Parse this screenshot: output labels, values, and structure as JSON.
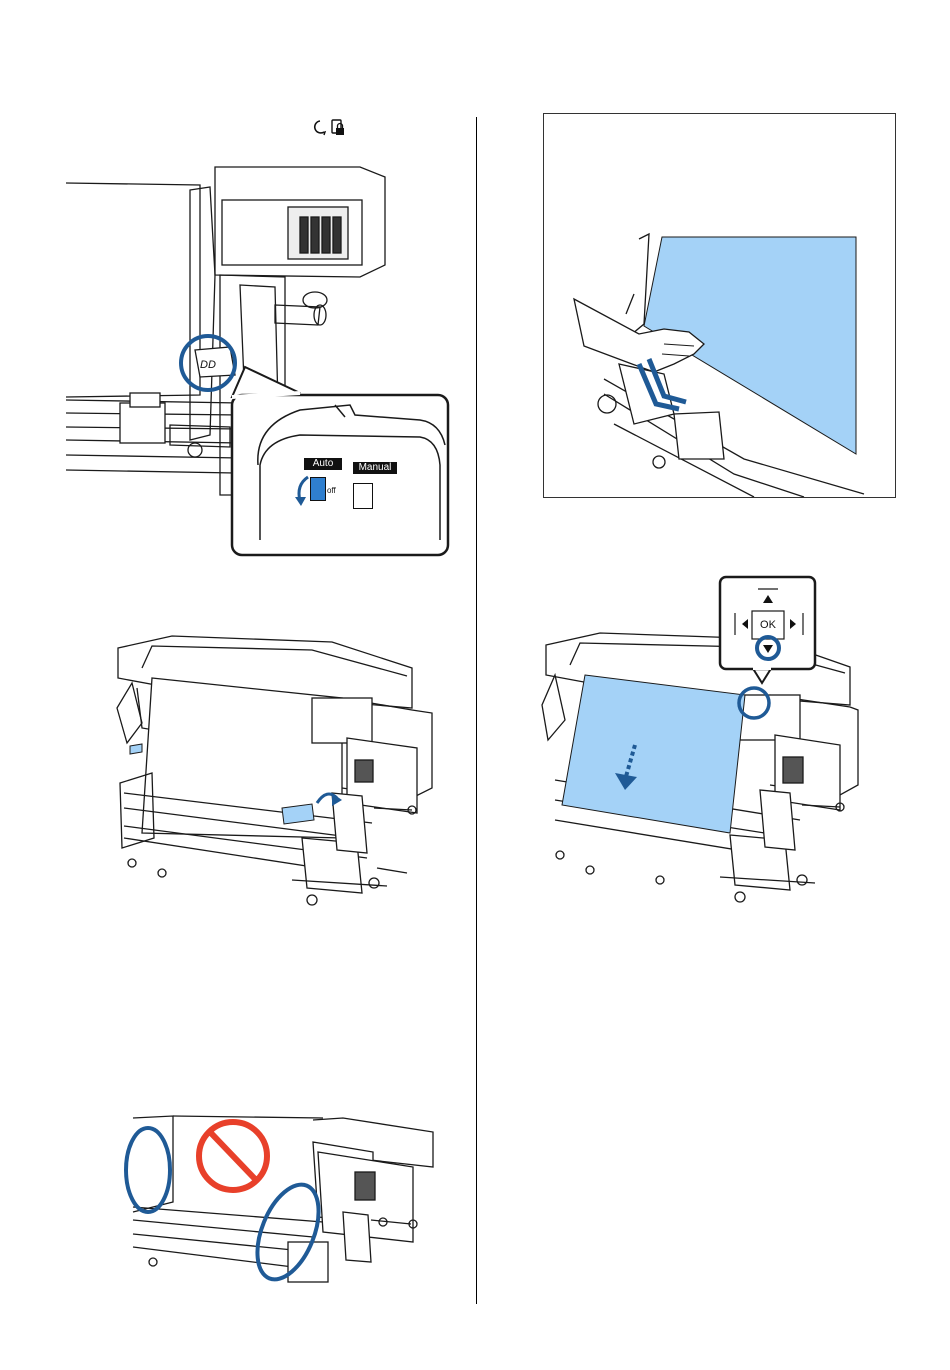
{
  "header_icon": "rewind-to-lock-icon",
  "switch_panel": {
    "auto_label": "Auto",
    "manual_label": "Manual",
    "off_label": "off"
  },
  "control_panel": {
    "ok_label": "OK"
  },
  "colors": {
    "accent_blue": "#1f5a96",
    "media_blue": "#a4d2f7",
    "prohibited_red": "#e8402a",
    "line": "#1a1a1a"
  }
}
